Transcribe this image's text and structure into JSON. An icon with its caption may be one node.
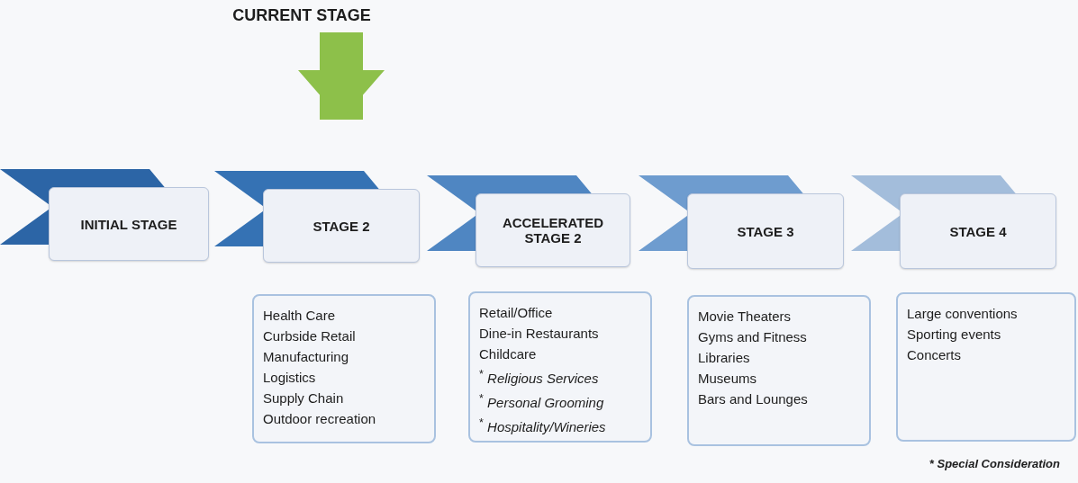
{
  "diagram": {
    "nodes": [
      {
        "text": [
          "CURRENT STAGE"
        ]
      },
      {
        "text": [
          "INITIAL STAGE"
        ]
      },
      {
        "text": [
          "STAGE 2"
        ]
      },
      {
        "text": [
          "ACCELERATED STAGE 2"
        ]
      },
      {
        "text": [
          "STAGE 3"
        ]
      },
      {
        "text": [
          "STAGE 4"
        ]
      },
      {
        "text": [
          "Health Care",
          "Curbside Retail",
          "Manufacturing",
          "Logistics",
          "Supply Chain",
          "Outdoor recreation"
        ]
      },
      {
        "text": [
          "Retail/Office",
          "Dine-in Restaurants",
          "Childcare",
          "$^{*}$ *Religious Services*",
          "$^{*}$ *Personal Grooming*",
          "$^{*}$ *Hospitality/Wineries*"
        ]
      },
      {
        "text": [
          "Movie Theaters",
          "Gyms and Fitness",
          "Libraries",
          "Museums",
          "Bars and Lounges"
        ]
      },
      {
        "text": [
          "Large conventions",
          "Sporting events",
          "Concerts"
        ]
      }
    ],
    "edges": [
      {
        "from": 0,
        "to": 2,
        "arrow": "to",
        "color": "#8dc04a"
      }
    ],
    "labels": [
      "* Special Consideration"
    ]
  }
}
